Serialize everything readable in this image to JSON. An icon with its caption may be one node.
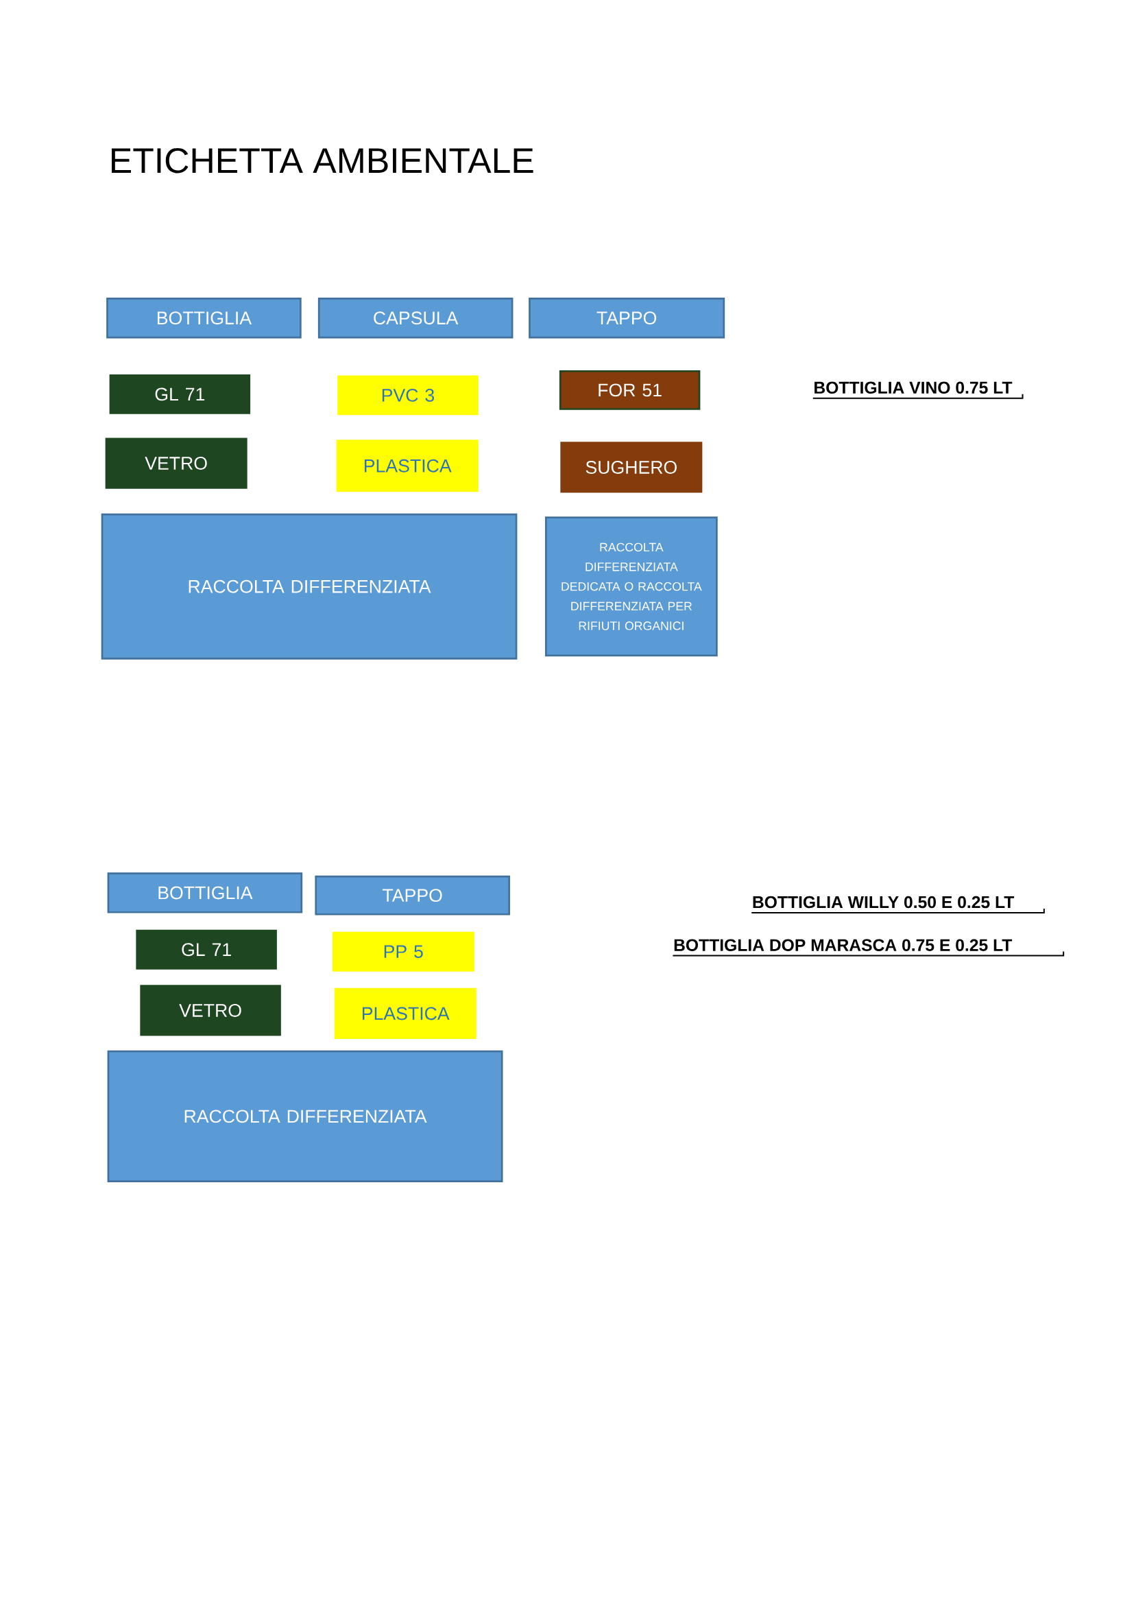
{
  "diagram": {
    "title": "ETICHETTA AMBIENTALE",
    "nodes": [
      {
        "text": [
          "BOTTIGLIA"
        ]
      },
      {
        "text": [
          "CAPSULA"
        ]
      },
      {
        "text": [
          "TAPPO"
        ]
      },
      {
        "text": [
          "GL 71"
        ]
      },
      {
        "text": [
          "PVC 3"
        ]
      },
      {
        "text": [
          "FOR 51"
        ]
      },
      {
        "text": [
          "VETRO"
        ]
      },
      {
        "text": [
          "PLASTICA"
        ]
      },
      {
        "text": [
          "SUGHERO"
        ]
      },
      {
        "text": [
          "RACCOLTA DIFFERENZIATA"
        ]
      },
      {
        "text": [
          "RACCOLTA DIFFERENZIATA DEDICATA O RACCOLTA DIFFERENZIATA PER RIFIUTI ORGANICI"
        ]
      },
      {
        "text": [
          "BOTTIGLIA"
        ]
      },
      {
        "text": [
          "TAPPO"
        ]
      },
      {
        "text": [
          "GL 71"
        ]
      },
      {
        "text": [
          "PP 5"
        ]
      },
      {
        "text": [
          "VETRO"
        ]
      },
      {
        "text": [
          "PLASTICA"
        ]
      },
      {
        "text": [
          "RACCOLTA DIFFERENZIATA"
        ]
      }
    ],
    "labels": [
      "BOTTIGLIA VINO 0.75 LT",
      "BOTTIGLIA WILLY 0.50 E 0.25 LT",
      "BOTTIGLIA DOP MARASCA 0.75 E 0.25 LT"
    ]
  }
}
